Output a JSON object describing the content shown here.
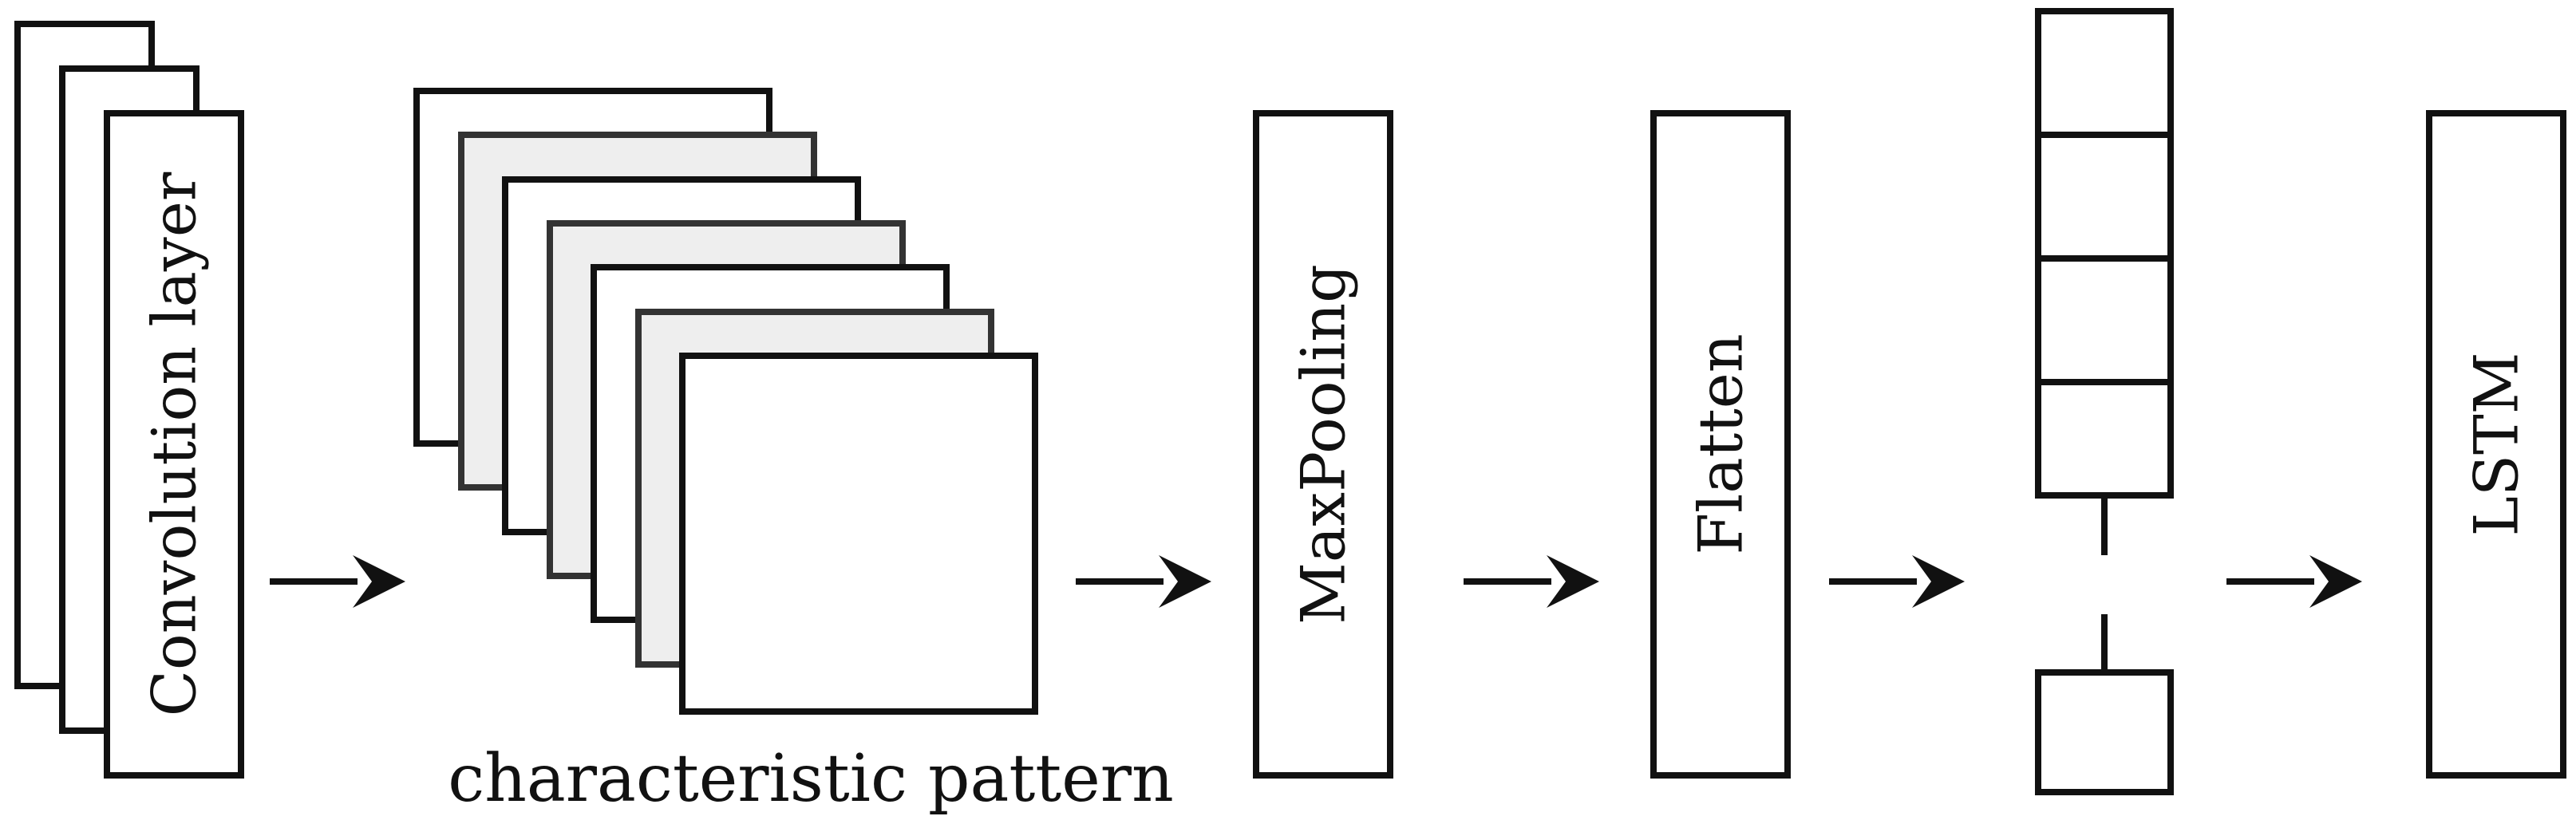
{
  "labels": {
    "convolution": "Convolution layer",
    "pattern": "characteristic pattern",
    "maxpooling": "MaxPooling",
    "flatten": "Flatten",
    "lstm": "LSTM"
  },
  "colors": {
    "stroke": "#111111",
    "feature_map_fill_gray": "#eeeeee",
    "background": "#ffffff"
  }
}
